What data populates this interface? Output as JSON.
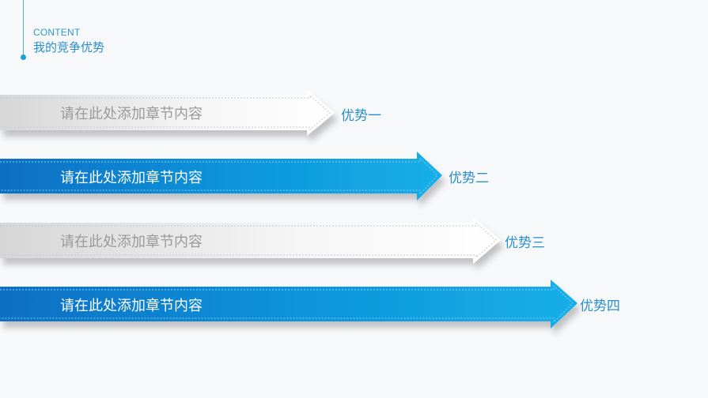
{
  "header": {
    "subtitle_en": "CONTENT",
    "title_cn": "我的竞争优势"
  },
  "colors": {
    "accent": "#1a9fd8",
    "blue_start": "#0b6fc4",
    "blue_end": "#14aee8",
    "gray_start": "#d9d9d9",
    "gray_end": "#ffffff",
    "label": "#2a8fc9"
  },
  "arrows": [
    {
      "style": "gray",
      "text": "请在此处添加章节内容",
      "label": "优势一"
    },
    {
      "style": "blue",
      "text": "请在此处添加章节内容",
      "label": "优势二"
    },
    {
      "style": "gray",
      "text": "请在此处添加章节内容",
      "label": "优势三"
    },
    {
      "style": "blue",
      "text": "请在此处添加章节内容",
      "label": "优势四"
    }
  ]
}
